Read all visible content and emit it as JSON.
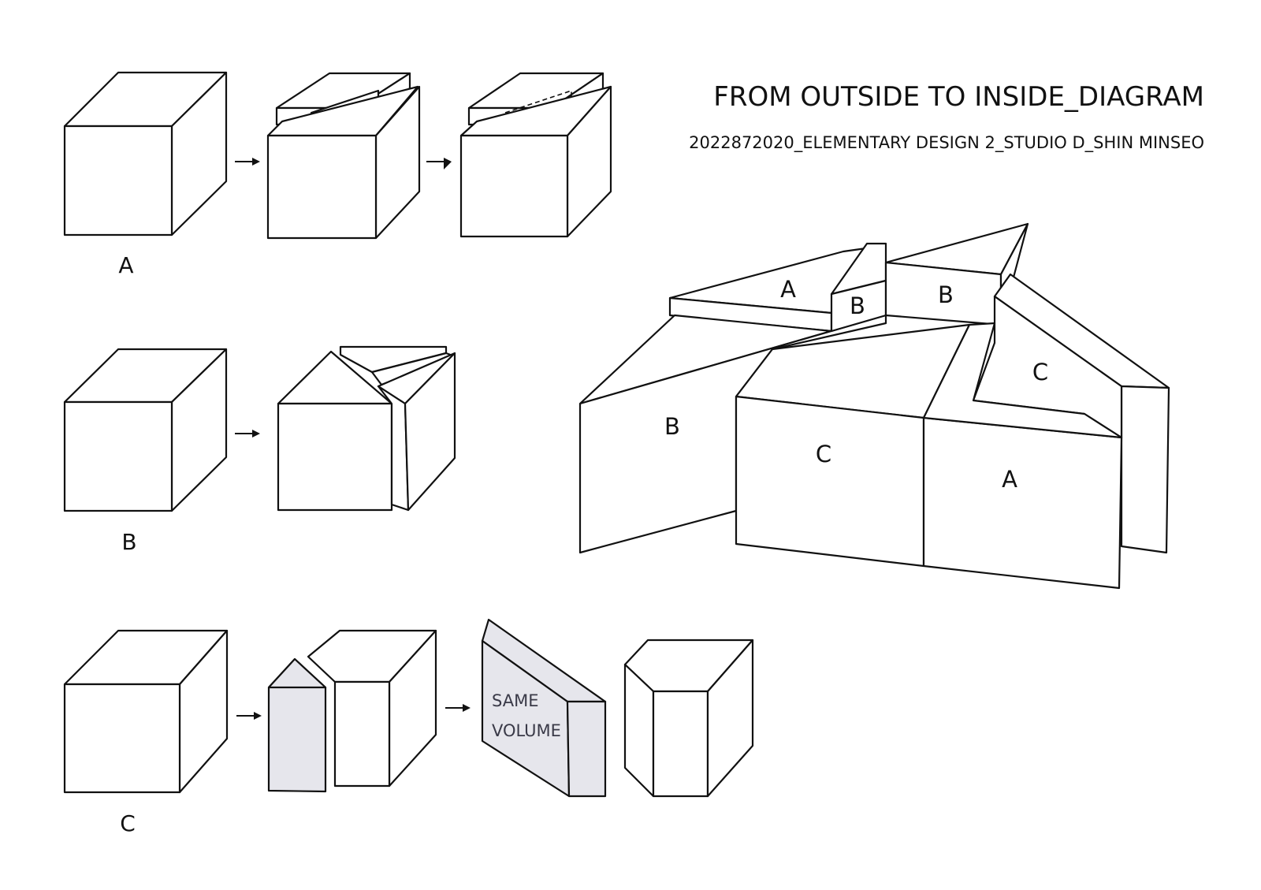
{
  "header": {
    "title": "FROM OUTSIDE TO INSIDE_DIAGRAM",
    "subtitle": "2022872020_ELEMENTARY DESIGN 2_STUDIO D_SHIN MINSEO"
  },
  "rows": {
    "a": {
      "label": "A"
    },
    "b": {
      "label": "B"
    },
    "c": {
      "label": "C",
      "note_line1": "SAME",
      "note_line2": "VOLUME"
    }
  },
  "assembly": {
    "top_a": "A",
    "top_b1": "B",
    "top_b2": "B",
    "right_c": "C",
    "left_b": "B",
    "front_c": "C",
    "front_a": "A"
  },
  "colors": {
    "line": "#111111",
    "shade": "#e6e6ec",
    "background": "#ffffff"
  }
}
